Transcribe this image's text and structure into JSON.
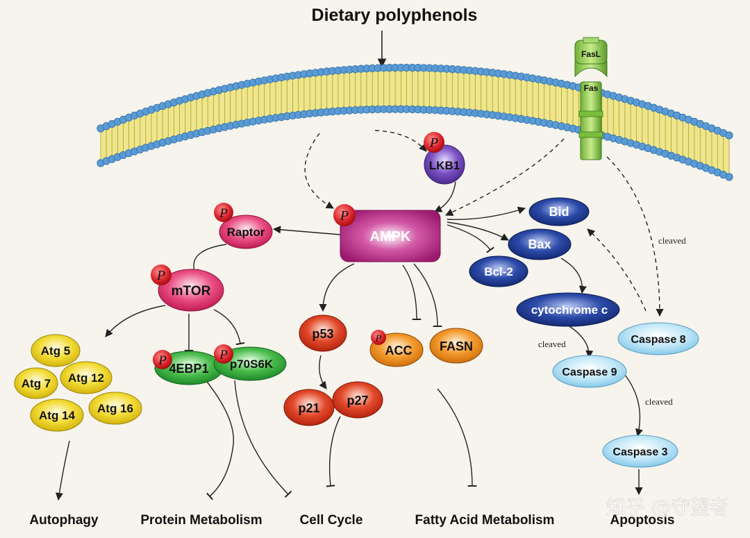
{
  "title": "Dietary polyphenols",
  "membrane": {
    "fasl": "FasL",
    "fas": "Fas"
  },
  "phospho": "P",
  "nodes": {
    "lkb1": "LKB1",
    "ampk": "AMPK",
    "raptor": "Raptor",
    "mtor": "mTOR",
    "atg5": "Atg 5",
    "atg7": "Atg 7",
    "atg12": "Atg 12",
    "atg14": "Atg 14",
    "atg16": "Atg 16",
    "ebp1": "4EBP1",
    "p70s6k": "p70S6K",
    "p53": "p53",
    "p21": "p21",
    "p27": "p27",
    "acc": "ACC",
    "fasn": "FASN",
    "bid": "Bid",
    "bax": "Bax",
    "bcl2": "Bcl-2",
    "cytc": "cytochrome c",
    "casp8": "Caspase 8",
    "casp9": "Caspase 9",
    "casp3": "Caspase 3"
  },
  "edge_labels": {
    "cleaved_top": "cleaved",
    "cleaved_mid": "cleaved",
    "cleaved_low": "cleaved"
  },
  "outcomes": {
    "autophagy": "Autophagy",
    "protein": "Protein Metabolism",
    "cellcycle": "Cell Cycle",
    "fatty": "Fatty Acid Metabolism",
    "apoptosis": "Apoptosis"
  },
  "watermark": "知乎 @守望者",
  "colors": {
    "membrane_head": "#5b9bd5",
    "membrane_tail": "#e8d844",
    "ampk": "#b0257f",
    "raptor_mtor": "#e0336a",
    "lkb1": "#6e3fb0",
    "atg": "#f0d020",
    "green": "#32a83c",
    "red": "#d63a1e",
    "orange": "#f08a18",
    "navy": "#1d3a8f",
    "cyan": "#9fd8f0"
  }
}
